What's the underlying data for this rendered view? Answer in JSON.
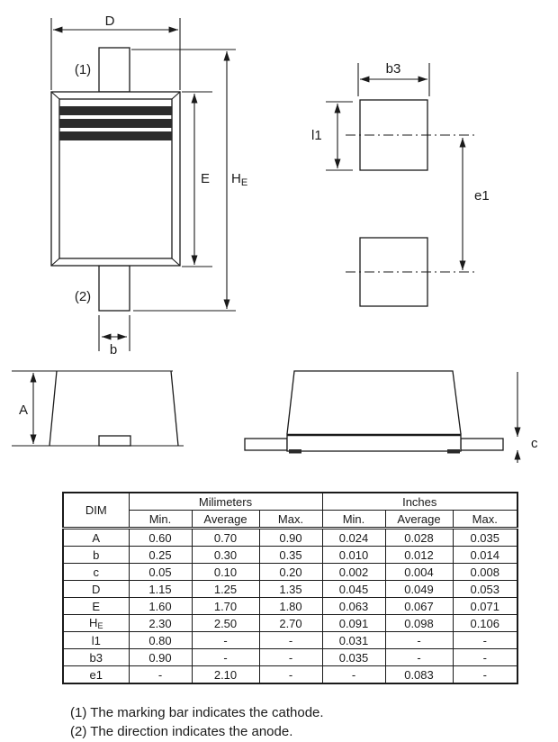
{
  "drawing": {
    "labels": {
      "d": "D",
      "pin1": "(1)",
      "pin2": "(2)",
      "e": "E",
      "he_main": "H",
      "he_sub": "E",
      "b": "b",
      "b3": "b3",
      "l1": "l1",
      "e1": "e1",
      "a": "A",
      "c": "c"
    }
  },
  "table": {
    "dim_header": "DIM",
    "group_mm": "Milimeters",
    "group_in": "Inches",
    "sub_min": "Min.",
    "sub_avg": "Average",
    "sub_max": "Max.",
    "rows": [
      {
        "dim": "A",
        "mm": [
          "0.60",
          "0.70",
          "0.90"
        ],
        "in": [
          "0.024",
          "0.028",
          "0.035"
        ]
      },
      {
        "dim": "b",
        "mm": [
          "0.25",
          "0.30",
          "0.35"
        ],
        "in": [
          "0.010",
          "0.012",
          "0.014"
        ]
      },
      {
        "dim": "c",
        "mm": [
          "0.05",
          "0.10",
          "0.20"
        ],
        "in": [
          "0.002",
          "0.004",
          "0.008"
        ]
      },
      {
        "dim": "D",
        "mm": [
          "1.15",
          "1.25",
          "1.35"
        ],
        "in": [
          "0.045",
          "0.049",
          "0.053"
        ]
      },
      {
        "dim": "E",
        "mm": [
          "1.60",
          "1.70",
          "1.80"
        ],
        "in": [
          "0.063",
          "0.067",
          "0.071"
        ]
      },
      {
        "dim": "H",
        "dim_sub": "E",
        "mm": [
          "2.30",
          "2.50",
          "2.70"
        ],
        "in": [
          "0.091",
          "0.098",
          "0.106"
        ]
      },
      {
        "dim": "l1",
        "mm": [
          "0.80",
          "-",
          "-"
        ],
        "in": [
          "0.031",
          "-",
          "-"
        ]
      },
      {
        "dim": "b3",
        "mm": [
          "0.90",
          "-",
          "-"
        ],
        "in": [
          "0.035",
          "-",
          "-"
        ]
      },
      {
        "dim": "e1",
        "mm": [
          "-",
          "2.10",
          "-"
        ],
        "in": [
          "-",
          "0.083",
          "-"
        ]
      }
    ]
  },
  "notes": [
    "(1) The marking bar indicates the cathode.",
    "(2) The direction indicates the anode."
  ],
  "colors": {
    "line": "#1a1a1a",
    "marking_bar": "#2b2b2b",
    "background": "#ffffff"
  }
}
